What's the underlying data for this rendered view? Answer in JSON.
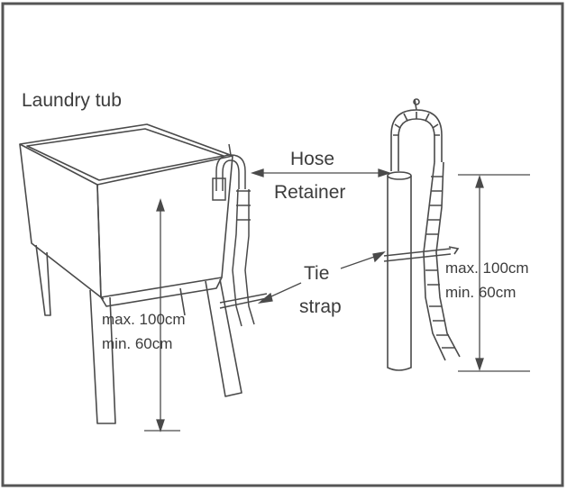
{
  "labels": {
    "laundry_tub": "Laundry tub",
    "hose_retainer_line1": "Hose",
    "hose_retainer_line2": "Retainer",
    "tie_strap_line1": "Tie",
    "tie_strap_line2": "strap",
    "left_height_max": "max. 100cm",
    "left_height_min": "min. 60cm",
    "right_height_max": "max. 100cm",
    "right_height_min": "min. 60cm"
  },
  "colors": {
    "line": "#4a4a4a",
    "frame": "#555555",
    "background": "#ffffff"
  }
}
